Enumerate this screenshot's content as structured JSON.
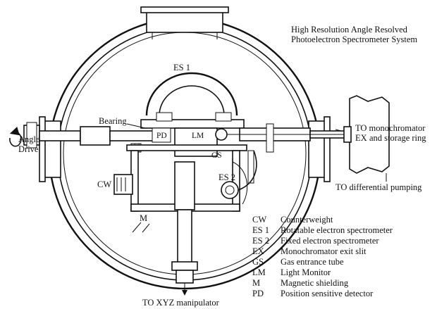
{
  "title": {
    "line1": "High Resolution Angle Resolved",
    "line2": "Photoelectron Spectrometer System"
  },
  "labels": {
    "es1": "ES 1",
    "bearing": "Bearing",
    "pd": "PD",
    "lm": "LM",
    "gs": "GS",
    "es2": "ES 2",
    "cw": "CW",
    "m": "M",
    "angle": "Angle",
    "drive": "Drive",
    "to_mono": "TO  monochromator",
    "ex": "EX",
    "storage": "and storage ring",
    "diff_pump": "TO differential pumping",
    "xyz": "TO XYZ manipulator"
  },
  "legend": [
    {
      "abbr": "CW",
      "desc": "Counterweight"
    },
    {
      "abbr": "ES 1",
      "desc": "Rotatable electron spectrometer"
    },
    {
      "abbr": "ES 2",
      "desc": "Fixed electron spectrometer"
    },
    {
      "abbr": "EX",
      "desc": "Monochromator exit slit"
    },
    {
      "abbr": "GS",
      "desc": "Gas entrance tube"
    },
    {
      "abbr": "LM",
      "desc": "Light Monitor"
    },
    {
      "abbr": "M",
      "desc": "Magnetic shielding"
    },
    {
      "abbr": "PD",
      "desc": "Position sensitive detector"
    }
  ]
}
